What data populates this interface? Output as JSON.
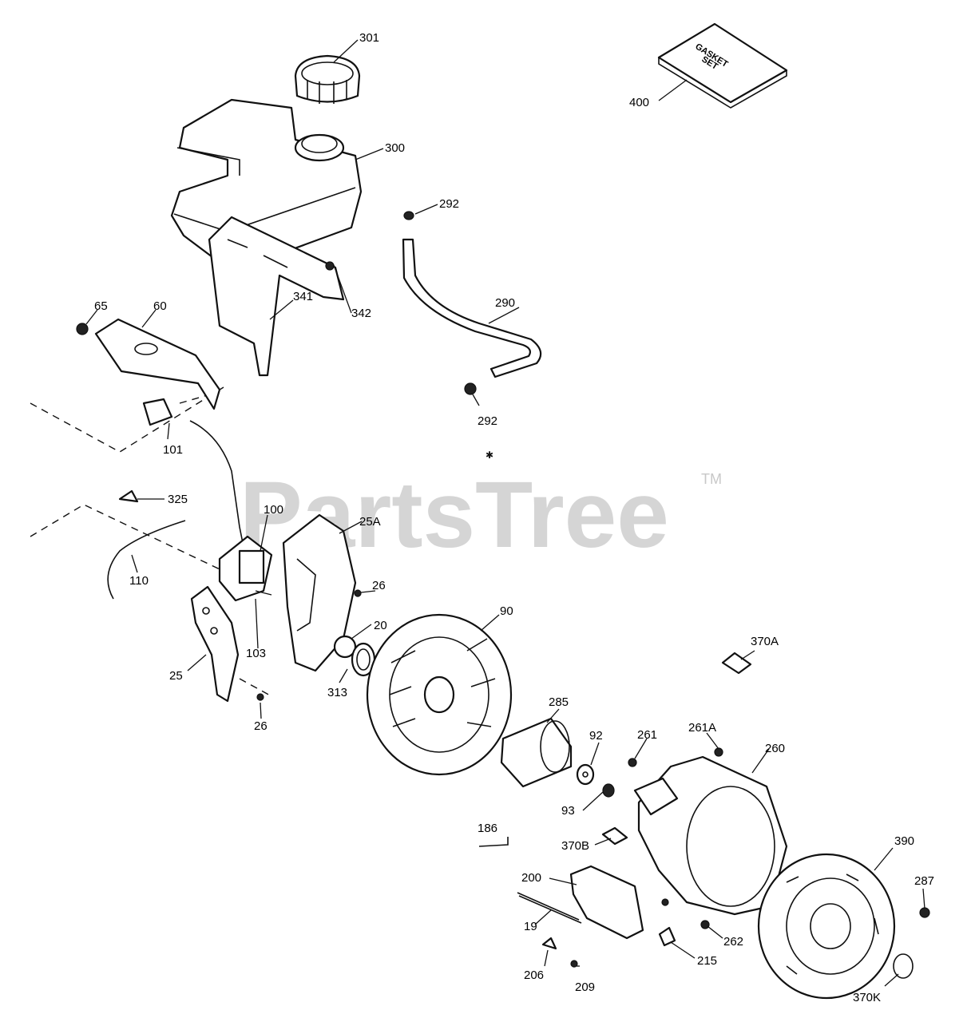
{
  "watermark": {
    "text": "PartsTree",
    "mark": "TM"
  },
  "gasket_set_text": {
    "line1": "GASKET",
    "line2": "SET"
  },
  "callouts": [
    {
      "id": "301"
    },
    {
      "id": "300"
    },
    {
      "id": "400"
    },
    {
      "id": "292a",
      "text": "292"
    },
    {
      "id": "290"
    },
    {
      "id": "292b",
      "text": "292"
    },
    {
      "id": "65"
    },
    {
      "id": "60"
    },
    {
      "id": "341"
    },
    {
      "id": "342"
    },
    {
      "id": "101"
    },
    {
      "id": "325"
    },
    {
      "id": "100"
    },
    {
      "id": "25A"
    },
    {
      "id": "110"
    },
    {
      "id": "26a",
      "text": "26"
    },
    {
      "id": "20"
    },
    {
      "id": "103"
    },
    {
      "id": "90"
    },
    {
      "id": "313"
    },
    {
      "id": "25"
    },
    {
      "id": "26b",
      "text": "26"
    },
    {
      "id": "285"
    },
    {
      "id": "370A"
    },
    {
      "id": "92"
    },
    {
      "id": "261"
    },
    {
      "id": "261A"
    },
    {
      "id": "260"
    },
    {
      "id": "93"
    },
    {
      "id": "186"
    },
    {
      "id": "370B"
    },
    {
      "id": "390"
    },
    {
      "id": "200"
    },
    {
      "id": "287"
    },
    {
      "id": "19"
    },
    {
      "id": "262"
    },
    {
      "id": "215"
    },
    {
      "id": "206"
    },
    {
      "id": "209"
    },
    {
      "id": "370K"
    }
  ]
}
